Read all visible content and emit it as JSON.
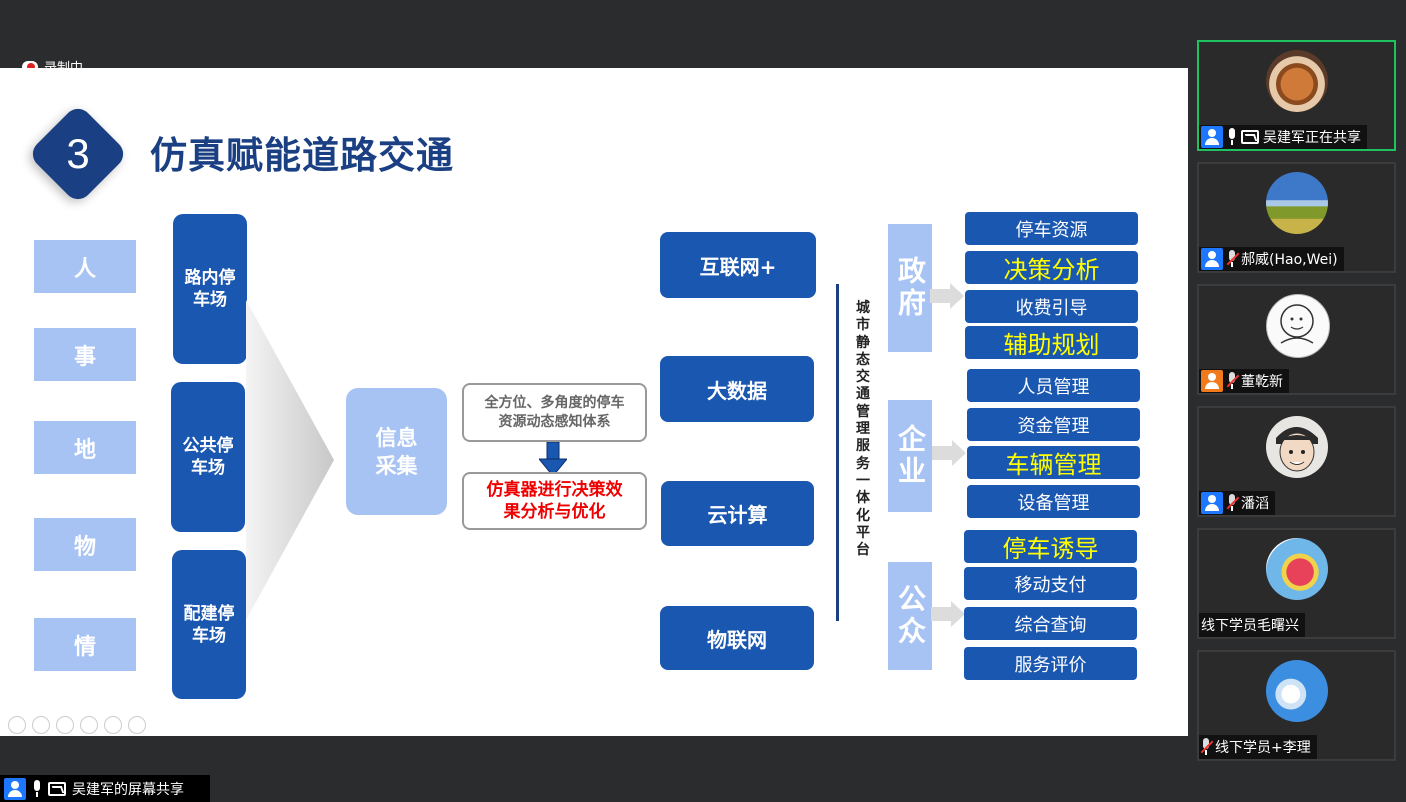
{
  "recording": {
    "label": "录制中"
  },
  "slide": {
    "number": "3",
    "title": "仿真赋能道路交通",
    "left_items": [
      "人",
      "事",
      "地",
      "物",
      "情"
    ],
    "parking": [
      "路内停车场",
      "公共停车场",
      "配建停车场"
    ],
    "collect": "信息采集",
    "perception": "全方位、多角度的停车资源动态感知体系",
    "simulator": "仿真器进行决策效果分析与优化",
    "tech": [
      "互联网+",
      "大数据",
      "云计算",
      "物联网"
    ],
    "platform": "城市静态交通管理服务一体化平台",
    "sections": [
      {
        "label": "政府",
        "items": [
          "停车资源",
          "决策分析",
          "收费引导",
          "辅助规划"
        ],
        "highlight": [
          false,
          true,
          false,
          true
        ]
      },
      {
        "label": "企业",
        "items": [
          "人员管理",
          "资金管理",
          "车辆管理",
          "设备管理"
        ],
        "highlight": [
          false,
          false,
          true,
          false
        ]
      },
      {
        "label": "公众",
        "items": [
          "停车诱导",
          "移动支付",
          "综合查询",
          "服务评价"
        ],
        "highlight": [
          true,
          false,
          false,
          false
        ]
      }
    ],
    "colors": {
      "dark_blue": "#1a57b0",
      "light_blue": "#a7c3f4",
      "title_blue": "#1a3f82",
      "highlight": "#ffff00",
      "red": "#e00000"
    }
  },
  "share_bar": {
    "label": "吴建军的屏幕共享"
  },
  "participants": [
    {
      "name": "吴建军正在共享",
      "mic": "on",
      "sharing": true,
      "icon": "user-icon",
      "avatar": "noodle-bowl"
    },
    {
      "name": "郝威(Hao,Wei)",
      "mic": "muted",
      "sharing": false,
      "icon": "user-icon",
      "avatar": "sky-field"
    },
    {
      "name": "董乾新",
      "mic": "muted",
      "sharing": false,
      "icon": "user-icon-orange",
      "avatar": "cartoon-sketch"
    },
    {
      "name": "潘滔",
      "mic": "muted",
      "sharing": false,
      "icon": "user-icon",
      "avatar": "cartoon-face"
    },
    {
      "name": "线下学员毛曙兴",
      "mic": "none",
      "sharing": false,
      "icon": "",
      "avatar": "anime"
    },
    {
      "name": "线下学员+李理",
      "mic": "muted",
      "sharing": false,
      "icon": "",
      "avatar": "blue-sky"
    }
  ]
}
